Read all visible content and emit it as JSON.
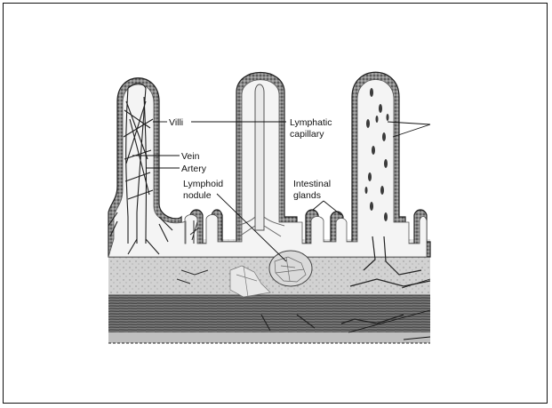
{
  "figure": {
    "labels": {
      "villi": "Villi",
      "vein": "Vein",
      "artery": "Artery",
      "lymphoid_nodule_line1": "Lymphoid",
      "lymphoid_nodule_line2": "nodule",
      "lymphatic_capillary_line1": "Lymphatic",
      "lymphatic_capillary_line2": "capillary",
      "intestinal_glands_line1": "Intestinal",
      "intestinal_glands_line2": "glands"
    }
  }
}
